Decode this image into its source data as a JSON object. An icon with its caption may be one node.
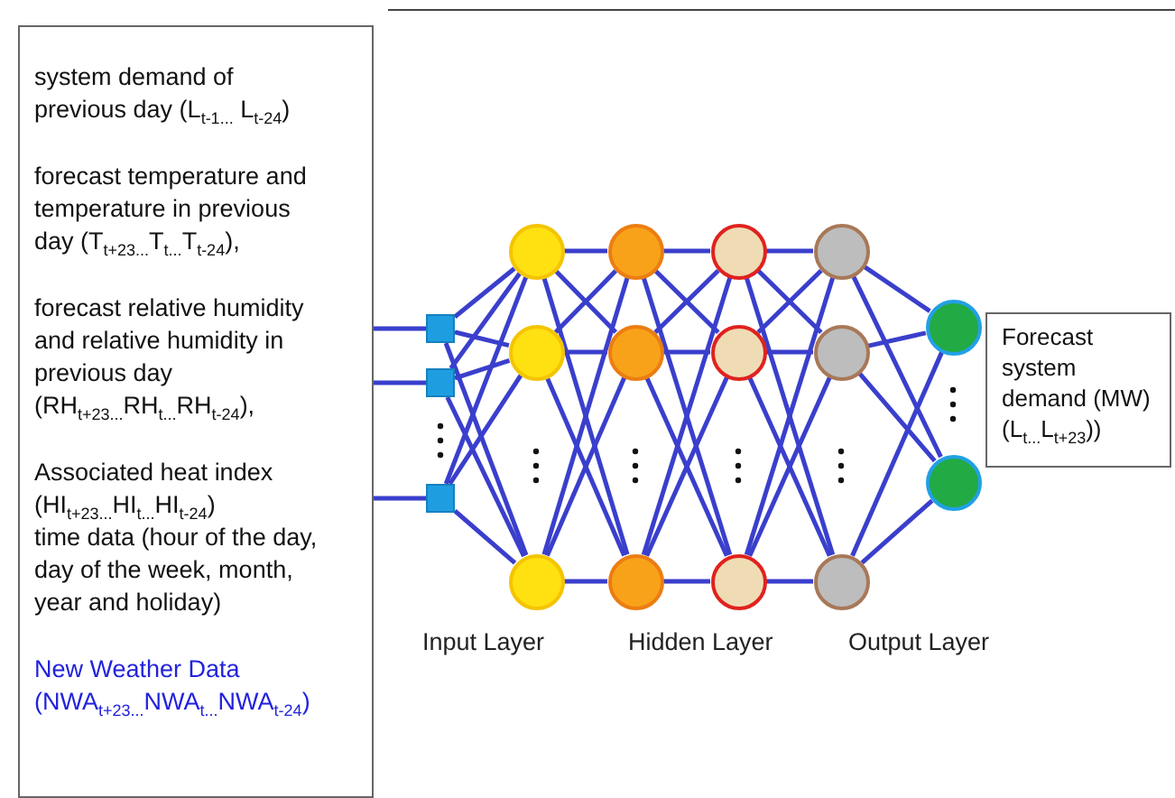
{
  "diagram": {
    "nodes": [
      {
        "text": [
          "system demand of previous day (L$_{t-1...}$ L$_{t-24}$)",
          "forecast temperature and temperature in previous day (T$_{t+23...}$T$_{t...}$T$_{t-24}$),",
          "forecast relative humidity and relative humidity in previous day (RH$_{t+23...}$RH$_{t...}$RH$_{t-24}$),",
          "Associated heat index (HI$_{t+23...}$HI$_{t...}$HI$_{t-24}$)",
          "time data (hour of the day, day of the week, month, year and holiday)",
          "New Weather Data (NWA$_{t+23...}$NWA$_{t...}$NWA$_{t-24}$)"
        ]
      },
      {
        "text": [],
        "shape": "box"
      },
      {
        "text": [],
        "shape": "box"
      },
      {
        "text": [],
        "shape": "box"
      },
      {
        "text": [],
        "shape": "circle"
      },
      {
        "text": [],
        "shape": "circle"
      },
      {
        "text": [],
        "shape": "circle"
      },
      {
        "text": [],
        "shape": "circle"
      },
      {
        "text": [],
        "shape": "circle"
      },
      {
        "text": [],
        "shape": "circle"
      },
      {
        "text": [],
        "shape": "circle"
      },
      {
        "text": [],
        "shape": "circle"
      },
      {
        "text": [],
        "shape": "circle"
      },
      {
        "text": [],
        "shape": "circle"
      },
      {
        "text": [],
        "shape": "circle"
      },
      {
        "text": [],
        "shape": "circle"
      },
      {
        "text": [],
        "shape": "circle"
      },
      {
        "text": [],
        "shape": "circle"
      },
      {
        "text": [
          "Forecast system demand (MW) (L$_{t...}$L$_{t+23}$))"
        ]
      }
    ],
    "edges": [
      {
        "from": 0,
        "to": 1,
        "arrow": "none"
      },
      {
        "from": 0,
        "to": 2,
        "arrow": "none"
      },
      {
        "from": 0,
        "to": 3,
        "arrow": "none"
      },
      {
        "from": 1,
        "to": 4,
        "arrow": "none"
      },
      {
        "from": 1,
        "to": 5,
        "arrow": "none"
      },
      {
        "from": 1,
        "to": 6,
        "arrow": "none"
      },
      {
        "from": 2,
        "to": 4,
        "arrow": "none"
      },
      {
        "from": 2,
        "to": 5,
        "arrow": "none"
      },
      {
        "from": 2,
        "to": 6,
        "arrow": "none"
      },
      {
        "from": 3,
        "to": 4,
        "arrow": "none"
      },
      {
        "from": 3,
        "to": 5,
        "arrow": "none"
      },
      {
        "from": 3,
        "to": 6,
        "arrow": "none"
      },
      {
        "from": 4,
        "to": 7,
        "arrow": "none"
      },
      {
        "from": 4,
        "to": 8,
        "arrow": "none"
      },
      {
        "from": 4,
        "to": 9,
        "arrow": "none"
      },
      {
        "from": 5,
        "to": 7,
        "arrow": "none"
      },
      {
        "from": 5,
        "to": 8,
        "arrow": "none"
      },
      {
        "from": 5,
        "to": 9,
        "arrow": "none"
      },
      {
        "from": 6,
        "to": 7,
        "arrow": "none"
      },
      {
        "from": 6,
        "to": 8,
        "arrow": "none"
      },
      {
        "from": 6,
        "to": 9,
        "arrow": "none"
      },
      {
        "from": 7,
        "to": 10,
        "arrow": "none"
      },
      {
        "from": 7,
        "to": 11,
        "arrow": "none"
      },
      {
        "from": 7,
        "to": 12,
        "arrow": "none"
      },
      {
        "from": 8,
        "to": 10,
        "arrow": "none"
      },
      {
        "from": 8,
        "to": 11,
        "arrow": "none"
      },
      {
        "from": 8,
        "to": 12,
        "arrow": "none"
      },
      {
        "from": 9,
        "to": 10,
        "arrow": "none"
      },
      {
        "from": 9,
        "to": 11,
        "arrow": "none"
      },
      {
        "from": 9,
        "to": 12,
        "arrow": "none"
      },
      {
        "from": 10,
        "to": 13,
        "arrow": "none"
      },
      {
        "from": 10,
        "to": 14,
        "arrow": "none"
      },
      {
        "from": 10,
        "to": 15,
        "arrow": "none"
      },
      {
        "from": 11,
        "to": 13,
        "arrow": "none"
      },
      {
        "from": 11,
        "to": 14,
        "arrow": "none"
      },
      {
        "from": 11,
        "to": 15,
        "arrow": "none"
      },
      {
        "from": 12,
        "to": 13,
        "arrow": "none"
      },
      {
        "from": 12,
        "to": 14,
        "arrow": "none"
      },
      {
        "from": 12,
        "to": 15,
        "arrow": "none"
      },
      {
        "from": 13,
        "to": 16,
        "arrow": "none"
      },
      {
        "from": 13,
        "to": 17,
        "arrow": "none"
      },
      {
        "from": 14,
        "to": 16,
        "arrow": "none"
      },
      {
        "from": 14,
        "to": 17,
        "arrow": "none"
      },
      {
        "from": 15,
        "to": 16,
        "arrow": "none"
      },
      {
        "from": 15,
        "to": 17,
        "arrow": "none"
      }
    ],
    "labels": [
      "Input Layer",
      "Hidden Layer",
      "Output Layer"
    ]
  }
}
